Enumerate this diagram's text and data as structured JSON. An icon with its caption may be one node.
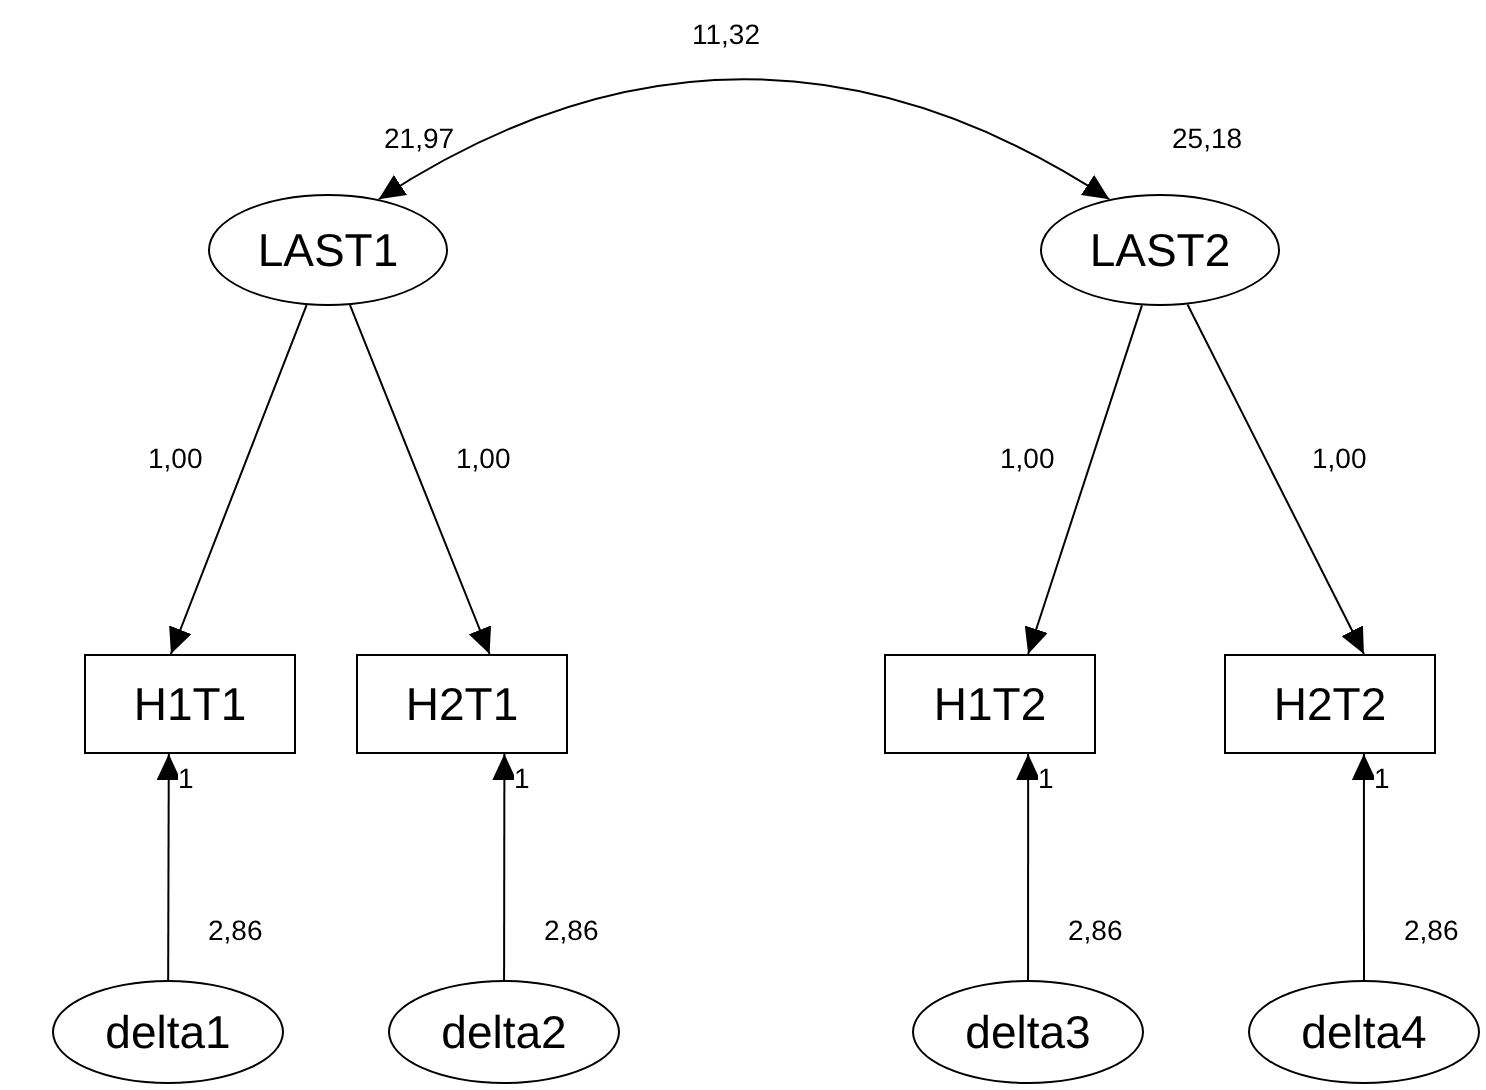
{
  "diagram": {
    "nodes": [
      {
        "text": [
          "LAST1"
        ],
        "beside": [
          "21,97"
        ]
      },
      {
        "text": [
          "LAST2"
        ],
        "beside": [
          "25,18"
        ]
      },
      {
        "text": [
          "H1T1"
        ]
      },
      {
        "text": [
          "H2T1"
        ]
      },
      {
        "text": [
          "H1T2"
        ]
      },
      {
        "text": [
          "H2T2"
        ]
      },
      {
        "text": [
          "delta1"
        ],
        "beside": [
          "2,86"
        ]
      },
      {
        "text": [
          "delta2"
        ],
        "beside": [
          "2,86"
        ]
      },
      {
        "text": [
          "delta3"
        ],
        "beside": [
          "2,86"
        ]
      },
      {
        "text": [
          "delta4"
        ],
        "beside": [
          "2,86"
        ]
      }
    ],
    "edges": [
      {
        "from": 0,
        "to": 1,
        "arrow": "both",
        "label": "11,32"
      },
      {
        "from": 0,
        "to": 2,
        "arrow": "to",
        "label": "1,00"
      },
      {
        "from": 0,
        "to": 3,
        "arrow": "to",
        "label": "1,00"
      },
      {
        "from": 1,
        "to": 4,
        "arrow": "to",
        "label": "1,00"
      },
      {
        "from": 1,
        "to": 5,
        "arrow": "to",
        "label": "1,00"
      },
      {
        "from": 6,
        "to": 2,
        "arrow": "to",
        "label": "1"
      },
      {
        "from": 7,
        "to": 3,
        "arrow": "to",
        "label": "1"
      },
      {
        "from": 8,
        "to": 4,
        "arrow": "to",
        "label": "1"
      },
      {
        "from": 9,
        "to": 5,
        "arrow": "to",
        "label": "1"
      }
    ]
  }
}
